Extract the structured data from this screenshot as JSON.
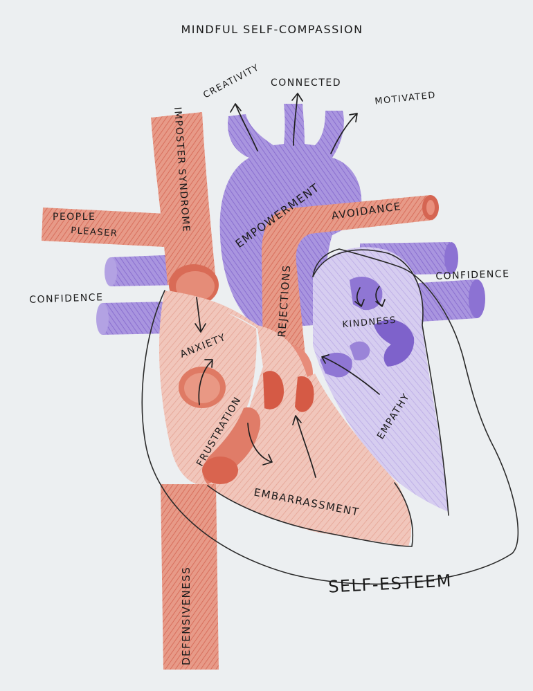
{
  "title": "MINDFUL SELF-COMPASSION",
  "labels": {
    "creativity": "CREATIVITY",
    "connected": "CONNECTED",
    "motivated": "MOTIVATED",
    "imposter_syndrome": "IMPOSTER SYNDROME",
    "empowerment": "EMPOWERMENT",
    "people_pleaser_line1": "PEOPLE",
    "people_pleaser_line2": "PLEASER",
    "avoidance": "AVOIDANCE",
    "confidence_left": "CONFIDENCE",
    "confidence_right": "CONFIDENCE",
    "rejections": "REJECTIONS",
    "kindness": "KINDNESS",
    "anxiety": "ANXIETY",
    "empathy": "EMPATHY",
    "frustration": "FRUSTRATION",
    "embarrassment": "EMBARRASSMENT",
    "self_esteem": "SELF-ESTEEM",
    "defensiveness": "DEFENSIVENESS"
  },
  "colors": {
    "paper": "#eceff1",
    "red_pencil": "#e08570",
    "red_dark": "#cf5a46",
    "red_light": "#eeb3a5",
    "purple_pencil": "#9b84d8",
    "purple_dark": "#7d5fc9",
    "purple_light": "#c9bde9",
    "ink": "#1a1a1a"
  }
}
